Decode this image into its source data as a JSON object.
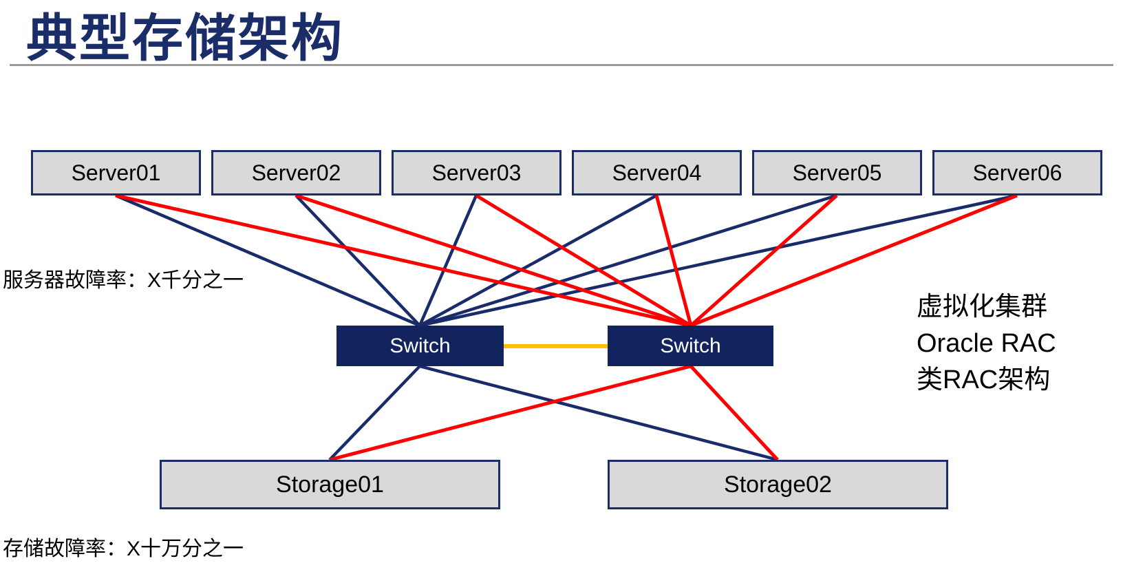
{
  "title": "典型存储架构",
  "nodes": {
    "servers": [
      {
        "label": "Server01"
      },
      {
        "label": "Server02"
      },
      {
        "label": "Server03"
      },
      {
        "label": "Server04"
      },
      {
        "label": "Server05"
      },
      {
        "label": "Server06"
      }
    ],
    "switches": [
      {
        "label": "Switch"
      },
      {
        "label": "Switch"
      }
    ],
    "storages": [
      {
        "label": "Storage01"
      },
      {
        "label": "Storage02"
      }
    ]
  },
  "annotations": {
    "server_failure_rate": "服务器故障率：X千分之一",
    "storage_failure_rate": "存储故障率：X十万分之一",
    "right_note_lines": [
      "虚拟化集群",
      "Oracle RAC",
      "类RAC架构"
    ]
  },
  "colors": {
    "title_text": "#1B2D69",
    "node_fill": "#D9D9D9",
    "node_border": "#1B2D69",
    "switch_fill": "#12235E",
    "switch_text": "#FFFFFF",
    "primary_link": "#1A2B6B",
    "secondary_link": "#FF0000",
    "inter_switch_link": "#FFC000",
    "divider": "#9B9B9B",
    "body_text": "#000000"
  },
  "links": [
    {
      "from": "Server01",
      "to": "Switch-1",
      "color": "#1A2B6B"
    },
    {
      "from": "Server02",
      "to": "Switch-1",
      "color": "#1A2B6B"
    },
    {
      "from": "Server03",
      "to": "Switch-1",
      "color": "#1A2B6B"
    },
    {
      "from": "Server04",
      "to": "Switch-1",
      "color": "#1A2B6B"
    },
    {
      "from": "Server05",
      "to": "Switch-1",
      "color": "#1A2B6B"
    },
    {
      "from": "Server06",
      "to": "Switch-1",
      "color": "#1A2B6B"
    },
    {
      "from": "Server01",
      "to": "Switch-2",
      "color": "#FF0000"
    },
    {
      "from": "Server02",
      "to": "Switch-2",
      "color": "#FF0000"
    },
    {
      "from": "Server03",
      "to": "Switch-2",
      "color": "#FF0000"
    },
    {
      "from": "Server04",
      "to": "Switch-2",
      "color": "#FF0000"
    },
    {
      "from": "Server05",
      "to": "Switch-2",
      "color": "#FF0000"
    },
    {
      "from": "Server06",
      "to": "Switch-2",
      "color": "#FF0000"
    },
    {
      "from": "Switch-1",
      "to": "Switch-2",
      "color": "#FFC000"
    },
    {
      "from": "Switch-1",
      "to": "Storage01",
      "color": "#1A2B6B"
    },
    {
      "from": "Switch-1",
      "to": "Storage02",
      "color": "#1A2B6B"
    },
    {
      "from": "Switch-2",
      "to": "Storage01",
      "color": "#FF0000"
    },
    {
      "from": "Switch-2",
      "to": "Storage02",
      "color": "#FF0000"
    }
  ]
}
